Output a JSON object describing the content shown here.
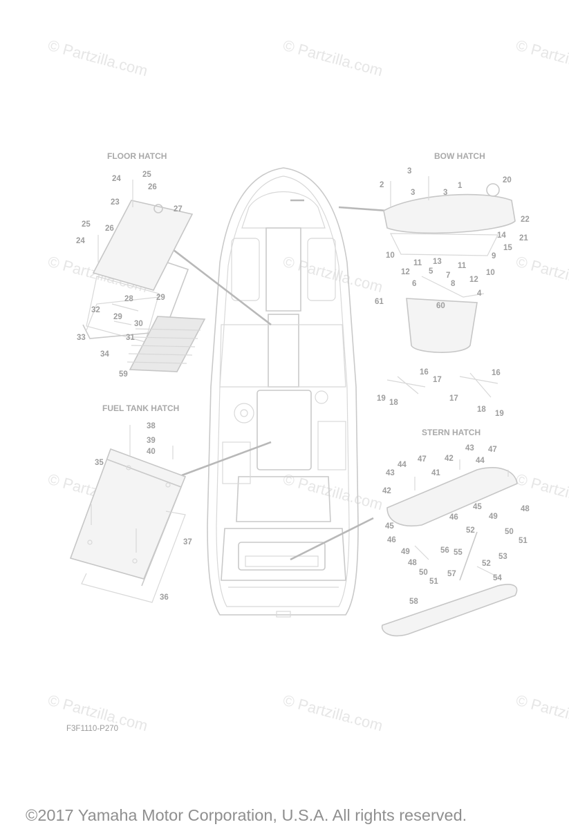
{
  "sections": {
    "floor_hatch": "FLOOR HATCH",
    "bow_hatch": "BOW HATCH",
    "fuel_tank_hatch": "FUEL TANK HATCH",
    "stern_hatch": "STERN HATCH"
  },
  "watermark": "© Partzilla.com",
  "diagram_code": "F3F1110-P270",
  "copyright": "©2017 Yamaha Motor Corporation, U.S.A. All rights reserved.",
  "callouts": {
    "floor": [
      "24",
      "25",
      "26",
      "23",
      "27",
      "25",
      "26",
      "24",
      "28",
      "29",
      "32",
      "29",
      "30",
      "31",
      "33",
      "34",
      "59"
    ],
    "bow": [
      "3",
      "2",
      "3",
      "3",
      "1",
      "20",
      "22",
      "14",
      "21",
      "15",
      "9",
      "10",
      "11",
      "12",
      "13",
      "11",
      "12",
      "10",
      "5",
      "7",
      "6",
      "8",
      "4",
      "61",
      "60",
      "16",
      "17",
      "19",
      "18",
      "16",
      "17",
      "18",
      "19"
    ],
    "fuel": [
      "38",
      "39",
      "40",
      "35",
      "37",
      "36"
    ],
    "stern": [
      "43",
      "42",
      "44",
      "47",
      "44",
      "47",
      "43",
      "41",
      "42",
      "48",
      "49",
      "45",
      "46",
      "50",
      "45",
      "46",
      "51",
      "52",
      "55",
      "53",
      "49",
      "48",
      "56",
      "50",
      "57",
      "52",
      "51",
      "54",
      "58"
    ]
  }
}
